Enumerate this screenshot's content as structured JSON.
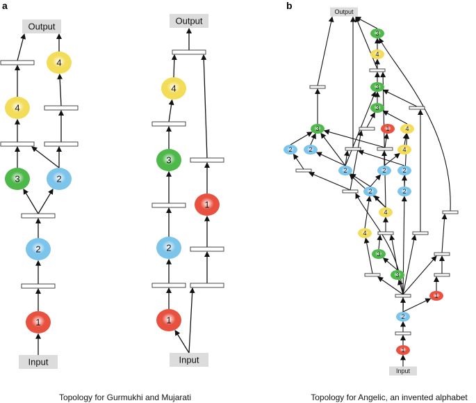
{
  "panel_labels": {
    "a": "a",
    "b": "b"
  },
  "captions": {
    "a": "Topology for Gurmukhi and Mujarati",
    "b": "Topology for Angelic, an invented alphabet"
  },
  "colors": {
    "1": "#e8503f",
    "2": "#7cc4ea",
    "3": "#4fb84a",
    "4": "#f2dc58",
    "box": "#dcdcdc"
  },
  "graphs": [
    {
      "id": "a1",
      "scale": "big",
      "nodes": [
        {
          "id": "out",
          "type": "box",
          "label": "Output"
        },
        {
          "id": "in",
          "type": "box",
          "label": "Input"
        },
        {
          "id": "b1",
          "type": "bar"
        },
        {
          "id": "y1",
          "type": "node",
          "label": "4"
        },
        {
          "id": "y2",
          "type": "node",
          "label": "4"
        },
        {
          "id": "b2",
          "type": "bar"
        },
        {
          "id": "b3",
          "type": "bar"
        },
        {
          "id": "b4",
          "type": "bar"
        },
        {
          "id": "g1",
          "type": "node",
          "label": "3"
        },
        {
          "id": "c1",
          "type": "node",
          "label": "2"
        },
        {
          "id": "b5",
          "type": "bar"
        },
        {
          "id": "c2",
          "type": "node",
          "label": "2"
        },
        {
          "id": "b6",
          "type": "bar"
        },
        {
          "id": "r1",
          "type": "node",
          "label": "1"
        }
      ],
      "edges": [
        [
          "in",
          "r1"
        ],
        [
          "r1",
          "b6"
        ],
        [
          "b6",
          "c2"
        ],
        [
          "c2",
          "b5"
        ],
        [
          "b5",
          "g1"
        ],
        [
          "b5",
          "c1"
        ],
        [
          "g1",
          "b3"
        ],
        [
          "c1",
          "b3"
        ],
        [
          "c1",
          "b4"
        ],
        [
          "b3",
          "y2"
        ],
        [
          "y2",
          "b1"
        ],
        [
          "b1",
          "out"
        ],
        [
          "b4",
          "b2"
        ],
        [
          "b2",
          "y1"
        ],
        [
          "y1",
          "out"
        ]
      ]
    },
    {
      "id": "a2",
      "scale": "big",
      "nodes": [
        {
          "id": "out",
          "type": "box",
          "label": "Output"
        },
        {
          "id": "in",
          "type": "box",
          "label": "Input"
        },
        {
          "id": "b1",
          "type": "bar"
        },
        {
          "id": "y1",
          "type": "node",
          "label": "4"
        },
        {
          "id": "b2",
          "type": "bar"
        },
        {
          "id": "g1",
          "type": "node",
          "label": "3"
        },
        {
          "id": "b3",
          "type": "bar"
        },
        {
          "id": "c1",
          "type": "node",
          "label": "2"
        },
        {
          "id": "b4",
          "type": "bar"
        },
        {
          "id": "r1",
          "type": "node",
          "label": "1"
        },
        {
          "id": "r2",
          "type": "node",
          "label": "1"
        },
        {
          "id": "b5",
          "type": "bar"
        },
        {
          "id": "b6",
          "type": "bar"
        },
        {
          "id": "b7",
          "type": "bar"
        }
      ],
      "edges": [
        [
          "in",
          "r1"
        ],
        [
          "in",
          "b7"
        ],
        [
          "r1",
          "b4"
        ],
        [
          "b4",
          "c1"
        ],
        [
          "c1",
          "b3"
        ],
        [
          "b3",
          "g1"
        ],
        [
          "g1",
          "b2"
        ],
        [
          "b2",
          "y1"
        ],
        [
          "y1",
          "b1"
        ],
        [
          "b1",
          "out"
        ],
        [
          "b7",
          "b6"
        ],
        [
          "b6",
          "r2"
        ],
        [
          "r2",
          "b5"
        ],
        [
          "b5",
          "b1"
        ]
      ]
    },
    {
      "id": "b",
      "scale": "small",
      "nodes": [
        {
          "id": "out",
          "type": "box",
          "label": "Output"
        },
        {
          "id": "in",
          "type": "box",
          "label": "Input"
        },
        {
          "id": "g1",
          "type": "node",
          "label": "3"
        },
        {
          "id": "y1",
          "type": "node",
          "label": "4"
        },
        {
          "id": "bt1",
          "type": "bar"
        },
        {
          "id": "g2",
          "type": "node",
          "label": "3"
        },
        {
          "id": "g3",
          "type": "node",
          "label": "3"
        },
        {
          "id": "bt2",
          "type": "bar"
        },
        {
          "id": "bt3",
          "type": "bar"
        },
        {
          "id": "g4",
          "type": "node",
          "label": "3"
        },
        {
          "id": "bt4",
          "type": "bar"
        },
        {
          "id": "r1",
          "type": "node",
          "label": "1"
        },
        {
          "id": "y2",
          "type": "node",
          "label": "4"
        },
        {
          "id": "c1",
          "type": "node",
          "label": "2"
        },
        {
          "id": "c2",
          "type": "node",
          "label": "2"
        },
        {
          "id": "bt5",
          "type": "bar"
        },
        {
          "id": "bt6",
          "type": "bar"
        },
        {
          "id": "y3",
          "type": "node",
          "label": "4"
        },
        {
          "id": "bt7",
          "type": "bar"
        },
        {
          "id": "c3",
          "type": "node",
          "label": "2"
        },
        {
          "id": "c4",
          "type": "node",
          "label": "2"
        },
        {
          "id": "c5",
          "type": "node",
          "label": "2"
        },
        {
          "id": "bt8",
          "type": "bar"
        },
        {
          "id": "c6",
          "type": "node",
          "label": "2"
        },
        {
          "id": "c7",
          "type": "node",
          "label": "2"
        },
        {
          "id": "y4",
          "type": "node",
          "label": "4"
        },
        {
          "id": "bt9",
          "type": "bar"
        },
        {
          "id": "y5",
          "type": "node",
          "label": "4"
        },
        {
          "id": "bt10",
          "type": "bar"
        },
        {
          "id": "bt11",
          "type": "bar"
        },
        {
          "id": "g5",
          "type": "node",
          "label": "3"
        },
        {
          "id": "bt12",
          "type": "bar"
        },
        {
          "id": "bt13",
          "type": "bar"
        },
        {
          "id": "g6",
          "type": "node",
          "label": "3"
        },
        {
          "id": "bt14",
          "type": "bar"
        },
        {
          "id": "bt15",
          "type": "bar"
        },
        {
          "id": "r2",
          "type": "node",
          "label": "1"
        },
        {
          "id": "c8",
          "type": "node",
          "label": "2"
        },
        {
          "id": "bt16",
          "type": "bar"
        },
        {
          "id": "r3",
          "type": "node",
          "label": "1"
        }
      ],
      "edges": [
        [
          "in",
          "r3"
        ],
        [
          "r3",
          "bt16"
        ],
        [
          "bt16",
          "c8"
        ],
        [
          "c8",
          "bt15"
        ],
        [
          "c8",
          "r2"
        ],
        [
          "c8",
          "bt8"
        ],
        [
          "r2",
          "bt14"
        ],
        [
          "bt14",
          "bt12"
        ],
        [
          "bt15",
          "bt12"
        ],
        [
          "bt12",
          "bt9"
        ],
        [
          "bt9",
          "g1"
        ],
        [
          "bt15",
          "bt13"
        ],
        [
          "bt15",
          "g6"
        ],
        [
          "bt15",
          "bt11"
        ],
        [
          "bt15",
          "c7"
        ],
        [
          "bt13",
          "y5"
        ],
        [
          "g6",
          "g5"
        ],
        [
          "g6",
          "bt10"
        ],
        [
          "g5",
          "bt10"
        ],
        [
          "bt10",
          "y4"
        ],
        [
          "y5",
          "c6"
        ],
        [
          "y4",
          "c6"
        ],
        [
          "y4",
          "c3"
        ],
        [
          "y4",
          "bt1"
        ],
        [
          "bt11",
          "bt3"
        ],
        [
          "bt3",
          "g2"
        ],
        [
          "c6",
          "c3"
        ],
        [
          "c6",
          "c4"
        ],
        [
          "c7",
          "c5"
        ],
        [
          "c7",
          "y2"
        ],
        [
          "c4",
          "y3"
        ],
        [
          "c4",
          "bt6"
        ],
        [
          "c5",
          "bt5"
        ],
        [
          "y3",
          "y2"
        ],
        [
          "bt6",
          "r1"
        ],
        [
          "bt6",
          "g4"
        ],
        [
          "bt8",
          "bt7"
        ],
        [
          "bt8",
          "bt4"
        ],
        [
          "bt4",
          "g3"
        ],
        [
          "bt7",
          "c1"
        ],
        [
          "c3",
          "c2"
        ],
        [
          "c3",
          "g4"
        ],
        [
          "c3",
          "bt5"
        ],
        [
          "c3",
          "g2"
        ],
        [
          "bt5",
          "out"
        ],
        [
          "c1",
          "g4"
        ],
        [
          "c2",
          "g4"
        ],
        [
          "g4",
          "bt2"
        ],
        [
          "bt2",
          "out"
        ],
        [
          "y2",
          "g3"
        ],
        [
          "g3",
          "g2"
        ],
        [
          "g2",
          "bt1"
        ],
        [
          "bt1",
          "y1"
        ],
        [
          "bt1",
          "out"
        ],
        [
          "y1",
          "g1"
        ],
        [
          "g1",
          "out"
        ]
      ]
    }
  ]
}
